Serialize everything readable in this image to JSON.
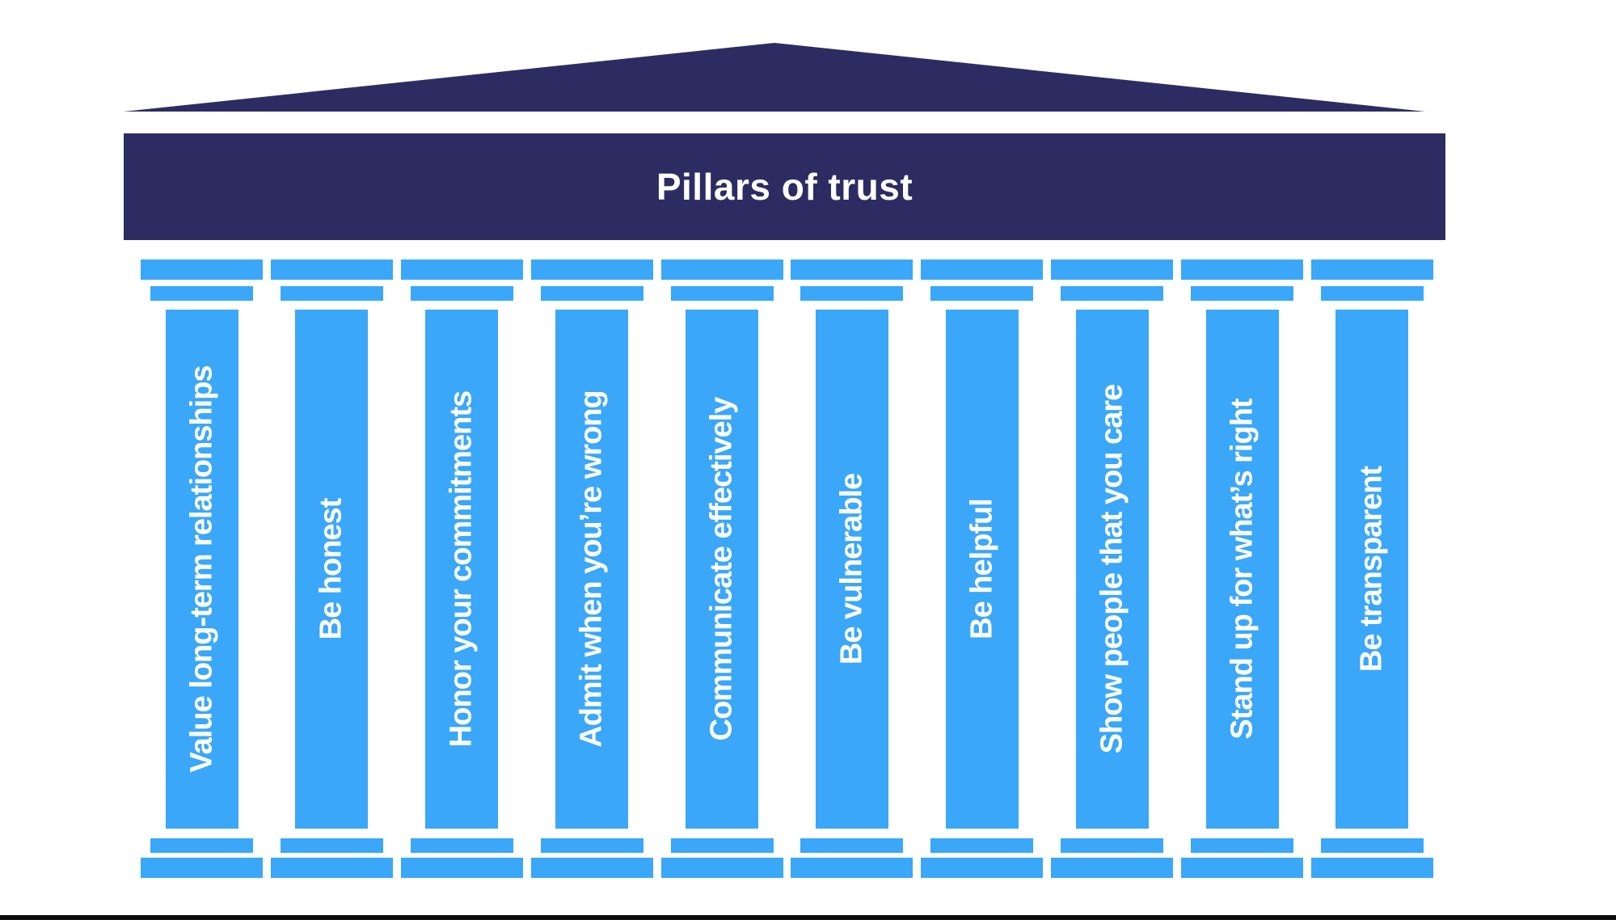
{
  "title": "Pillars of trust",
  "pillars": [
    {
      "label": "Value long-term relationships"
    },
    {
      "label": "Be honest"
    },
    {
      "label": "Honor your commitments"
    },
    {
      "label": "Admit when you’re wrong"
    },
    {
      "label": "Communicate effectively"
    },
    {
      "label": "Be vulnerable"
    },
    {
      "label": "Be helpful"
    },
    {
      "label": "Show people that you care"
    },
    {
      "label": "Stand up for what’s right"
    },
    {
      "label": "Be transparent"
    }
  ],
  "colors": {
    "navy": "#2D2C62",
    "blue": "#3AA7F9",
    "label_text": "#FFFFFF",
    "baseline": "#0B0B0B",
    "background": "#FFFFFF"
  }
}
